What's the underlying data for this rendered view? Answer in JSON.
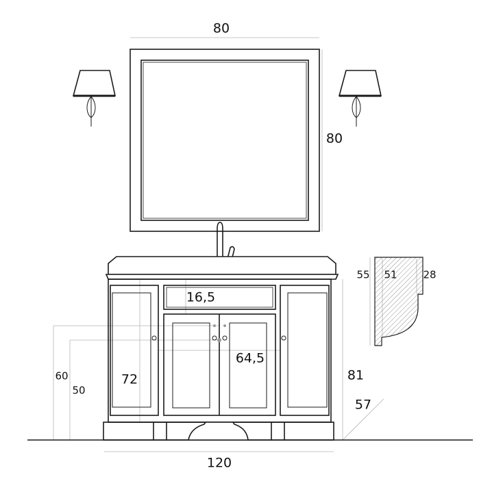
{
  "mirror": {
    "width_label": "80",
    "height_label": "80"
  },
  "vanity": {
    "width_label": "120",
    "height_label": "81",
    "depth_label": "57",
    "side_cabinet_height_label": "72",
    "center_door_height_label": "64,5",
    "drawer_height_label": "16,5",
    "handle_height_label_60": "60",
    "handle_height_label_50": "50"
  },
  "profile": {
    "height_label": "55",
    "inner_height_label": "51",
    "top_label": "28"
  },
  "colors": {
    "line": "#1a1a1a",
    "dimension": "#b0b0b0"
  }
}
